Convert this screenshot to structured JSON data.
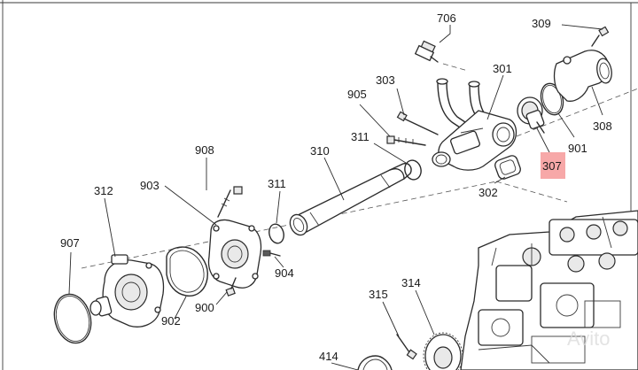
{
  "callouts": {
    "c706": "706",
    "c309": "309",
    "c303": "303",
    "c301": "301",
    "c905": "905",
    "c308": "308",
    "c311a": "311",
    "c310": "310",
    "c901": "901",
    "c307": "307",
    "c908": "908",
    "c302": "302",
    "c903": "903",
    "c311b": "311",
    "c312": "312",
    "c907": "907",
    "c904": "904",
    "c900": "900",
    "c902": "902",
    "c315": "315",
    "c314": "314",
    "c414": "414"
  },
  "highlight": {
    "part": "307",
    "color": "#f7a8a8"
  },
  "watermark": "Avito"
}
